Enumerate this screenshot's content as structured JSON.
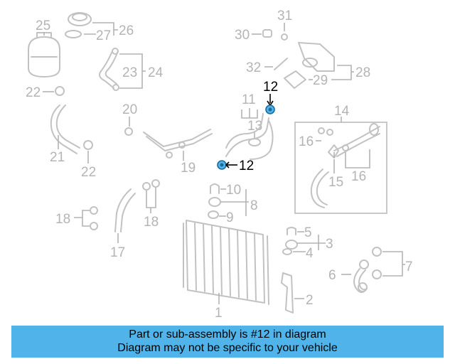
{
  "caption": {
    "line1": "Part or sub-assembly is #12 in diagram",
    "line2": "Diagram may not be specific to your vehicle"
  },
  "highlight_color": "#50b4ea",
  "callouts": {
    "c1": "1",
    "c2": "2",
    "c3": "3",
    "c4": "4",
    "c5": "5",
    "c6": "6",
    "c7": "7",
    "c8": "8",
    "c9": "9",
    "c10": "10",
    "c11": "11",
    "c12a": "12",
    "c12b": "12",
    "c13": "13",
    "c14": "14",
    "c15": "15",
    "c16a": "16",
    "c16b": "16",
    "c17": "17",
    "c18a": "18",
    "c18b": "18",
    "c19": "19",
    "c20": "20",
    "c21": "21",
    "c22a": "22",
    "c22b": "22",
    "c23": "23",
    "c24": "24",
    "c25": "25",
    "c26": "26",
    "c27": "27",
    "c28": "28",
    "c29": "29",
    "c30": "30",
    "c31": "31",
    "c32": "32"
  }
}
